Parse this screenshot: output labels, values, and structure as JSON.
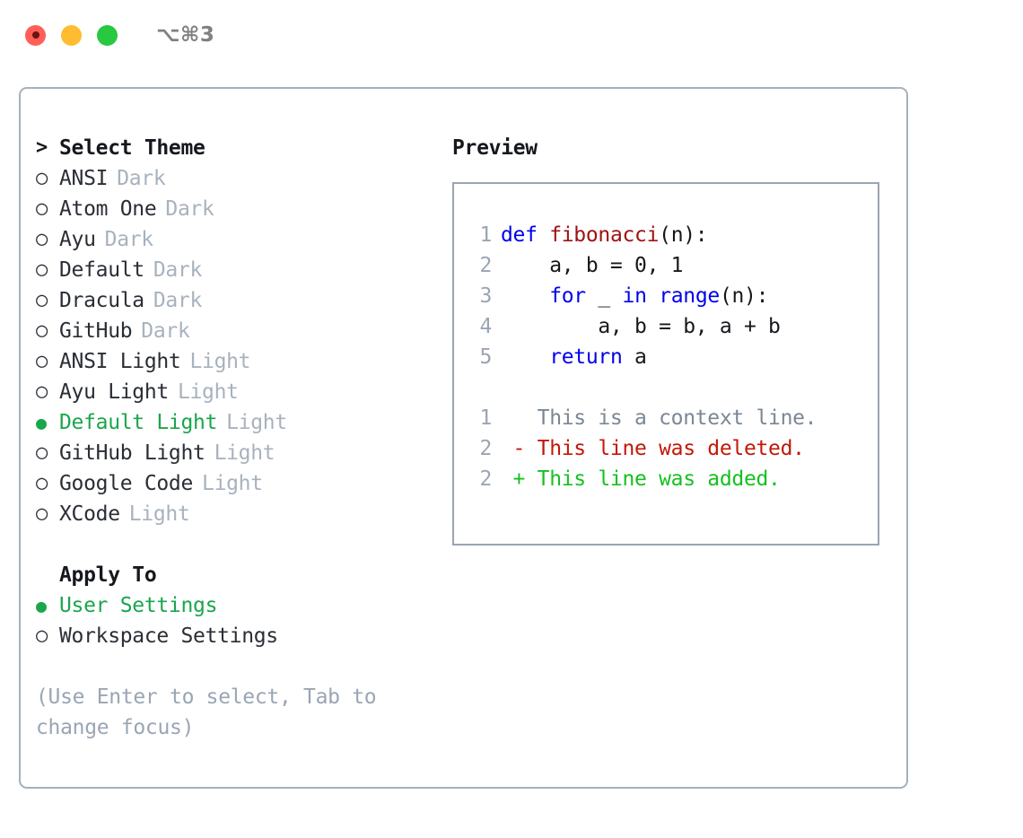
{
  "titlebar": {
    "shortcut": "⌥⌘3",
    "lights": [
      "close",
      "minimize",
      "zoom"
    ]
  },
  "theme_picker": {
    "header": {
      "marker": ">",
      "label": "Select Theme"
    },
    "items": [
      {
        "marker": "○",
        "label": "ANSI",
        "suffix": "Dark",
        "selected": false
      },
      {
        "marker": "○",
        "label": "Atom One",
        "suffix": "Dark",
        "selected": false
      },
      {
        "marker": "○",
        "label": "Ayu",
        "suffix": "Dark",
        "selected": false
      },
      {
        "marker": "○",
        "label": "Default",
        "suffix": "Dark",
        "selected": false
      },
      {
        "marker": "○",
        "label": "Dracula",
        "suffix": "Dark",
        "selected": false
      },
      {
        "marker": "○",
        "label": "GitHub",
        "suffix": "Dark",
        "selected": false
      },
      {
        "marker": "○",
        "label": "ANSI Light",
        "suffix": "Light",
        "selected": false
      },
      {
        "marker": "○",
        "label": "Ayu Light",
        "suffix": "Light",
        "selected": false
      },
      {
        "marker": "●",
        "label": "Default Light",
        "suffix": "Light",
        "selected": true
      },
      {
        "marker": "○",
        "label": "GitHub Light",
        "suffix": "Light",
        "selected": false
      },
      {
        "marker": "○",
        "label": "Google Code",
        "suffix": "Light",
        "selected": false
      },
      {
        "marker": "○",
        "label": "XCode",
        "suffix": "Light",
        "selected": false
      }
    ]
  },
  "apply_to": {
    "header": "Apply To",
    "items": [
      {
        "marker": "●",
        "label": "User Settings",
        "selected": true
      },
      {
        "marker": "○",
        "label": "Workspace Settings",
        "selected": false
      }
    ]
  },
  "hint": "(Use Enter to select, Tab to change focus)",
  "preview": {
    "title": "Preview",
    "code_lines": [
      {
        "num": "1",
        "parts": [
          {
            "t": "def ",
            "c": "kw"
          },
          {
            "t": "fibonacci",
            "c": "fn"
          },
          {
            "t": "(n):",
            "c": "txt"
          }
        ]
      },
      {
        "num": "2",
        "parts": [
          {
            "t": "    a, b = 0, 1",
            "c": "txt"
          }
        ]
      },
      {
        "num": "3",
        "parts": [
          {
            "t": "    ",
            "c": "txt"
          },
          {
            "t": "for",
            "c": "kw"
          },
          {
            "t": " _ ",
            "c": "txt"
          },
          {
            "t": "in",
            "c": "kw"
          },
          {
            "t": " ",
            "c": "txt"
          },
          {
            "t": "range",
            "c": "kw"
          },
          {
            "t": "(n):",
            "c": "txt"
          }
        ]
      },
      {
        "num": "4",
        "parts": [
          {
            "t": "        a, b = b, a + b",
            "c": "txt"
          }
        ]
      },
      {
        "num": "5",
        "parts": [
          {
            "t": "    ",
            "c": "txt"
          },
          {
            "t": "return",
            "c": "kw"
          },
          {
            "t": " a",
            "c": "txt"
          }
        ]
      }
    ],
    "diff_lines": [
      {
        "num": "1",
        "parts": [
          {
            "t": "   This is a context line.",
            "c": "ctx"
          }
        ]
      },
      {
        "num": "2",
        "parts": [
          {
            "t": " - This line was deleted.",
            "c": "del"
          }
        ]
      },
      {
        "num": "2",
        "parts": [
          {
            "t": " + This line was added.",
            "c": "add"
          }
        ]
      }
    ]
  },
  "colors": {
    "accent_green": "#1aa64b",
    "keyword_blue": "#0000ee",
    "function_red": "#a01212",
    "diff_deleted": "#c21807",
    "diff_added": "#16c020",
    "muted": "#a8b2be",
    "border": "#a6b0bc"
  }
}
